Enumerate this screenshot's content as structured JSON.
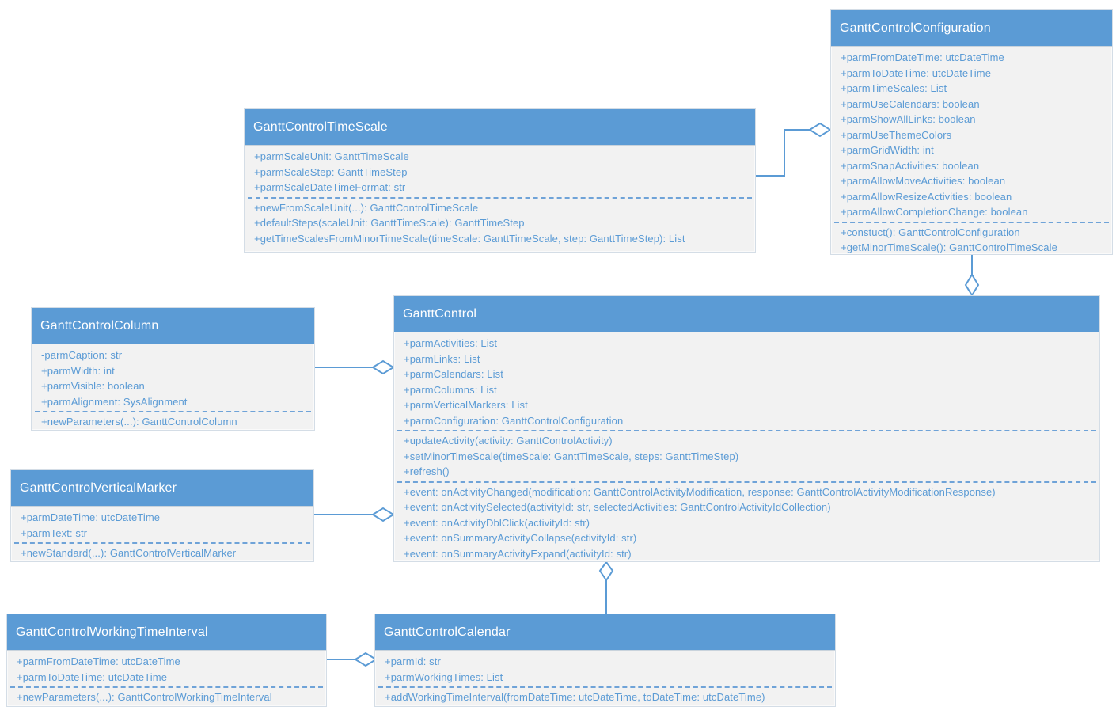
{
  "colors": {
    "header_bg": "#5b9bd5",
    "body_bg": "#f2f2f2",
    "member_text": "#5b9bd5",
    "line": "#5b9bd5"
  },
  "classes": [
    {
      "id": "gantt-control-configuration",
      "title": "GanttControlConfiguration",
      "sections": [
        [
          "+parmFromDateTime: utcDateTime",
          "+parmToDateTime: utcDateTime",
          "+parmTimeScales: List",
          "+parmUseCalendars: boolean",
          "+parmShowAllLinks: boolean",
          "+parmUseThemeColors",
          "+parmGridWidth: int",
          "+parmSnapActivities: boolean",
          "+parmAllowMoveActivities: boolean",
          "+parmAllowResizeActivities: boolean",
          "+parmAllowCompletionChange: boolean"
        ],
        [
          "+constuct(): GanttControlConfiguration",
          "+getMinorTimeScale(): GanttControlTimeScale"
        ]
      ]
    },
    {
      "id": "gantt-control-time-scale",
      "title": "GanttControlTimeScale",
      "sections": [
        [
          "+parmScaleUnit: GanttTimeScale",
          "+parmScaleStep: GanttTimeStep",
          "+parmScaleDateTimeFormat: str"
        ],
        [
          "+newFromScaleUnit(...): GanttControlTimeScale",
          "+defaultSteps(scaleUnit: GanttTimeScale): GanttTimeStep",
          "+getTimeScalesFromMinorTimeScale(timeScale: GanttTimeScale, step: GanttTimeStep): List"
        ]
      ]
    },
    {
      "id": "gantt-control-column",
      "title": "GanttControlColumn",
      "sections": [
        [
          "-parmCaption: str",
          "+parmWidth: int",
          "+parmVisible: boolean",
          "+parmAlignment: SysAlignment"
        ],
        [
          "+newParameters(...): GanttControlColumn"
        ]
      ]
    },
    {
      "id": "gantt-control",
      "title": "GanttControl",
      "sections": [
        [
          "+parmActivities: List",
          "+parmLinks: List",
          "+parmCalendars: List",
          "+parmColumns: List",
          "+parmVerticalMarkers: List",
          "+parmConfiguration: GanttControlConfiguration"
        ],
        [
          "+updateActivity(activity: GanttControlActivity)",
          "+setMinorTimeScale(timeScale: GanttTimeScale, steps: GanttTimeStep)",
          "+refresh()"
        ],
        [
          "+event: onActivityChanged(modification: GanttControlActivityModification, response: GanttControlActivityModificationResponse)",
          "+event: onActivitySelected(activityId: str, selectedActivities: GanttControlActivityIdCollection)",
          "+event: onActivityDblClick(activityId: str)",
          "+event: onSummaryActivityCollapse(activityId: str)",
          "+event: onSummaryActivityExpand(activityId: str)"
        ]
      ]
    },
    {
      "id": "gantt-control-vertical-marker",
      "title": "GanttControlVerticalMarker",
      "sections": [
        [
          "+parmDateTime: utcDateTime",
          "+parmText: str"
        ],
        [
          "+newStandard(...): GanttControlVerticalMarker"
        ]
      ]
    },
    {
      "id": "gantt-control-working-time-interval",
      "title": "GanttControlWorkingTimeInterval",
      "sections": [
        [
          "+parmFromDateTime: utcDateTime",
          "+parmToDateTime: utcDateTime"
        ],
        [
          "+newParameters(...): GanttControlWorkingTimeInterval"
        ]
      ]
    },
    {
      "id": "gantt-control-calendar",
      "title": "GanttControlCalendar",
      "sections": [
        [
          "+parmId: str",
          "+parmWorkingTimes: List"
        ],
        [
          "+addWorkingTimeInterval(fromDateTime: utcDateTime, toDateTime: utcDateTime)"
        ]
      ]
    }
  ],
  "relations": [
    {
      "from": "GanttControlTimeScale",
      "to": "GanttControlConfiguration",
      "type": "aggregation"
    },
    {
      "from": "GanttControlConfiguration",
      "to": "GanttControl",
      "type": "aggregation"
    },
    {
      "from": "GanttControlColumn",
      "to": "GanttControl",
      "type": "aggregation"
    },
    {
      "from": "GanttControlVerticalMarker",
      "to": "GanttControl",
      "type": "aggregation"
    },
    {
      "from": "GanttControlCalendar",
      "to": "GanttControl",
      "type": "aggregation"
    },
    {
      "from": "GanttControlWorkingTimeInterval",
      "to": "GanttControlCalendar",
      "type": "aggregation"
    }
  ]
}
